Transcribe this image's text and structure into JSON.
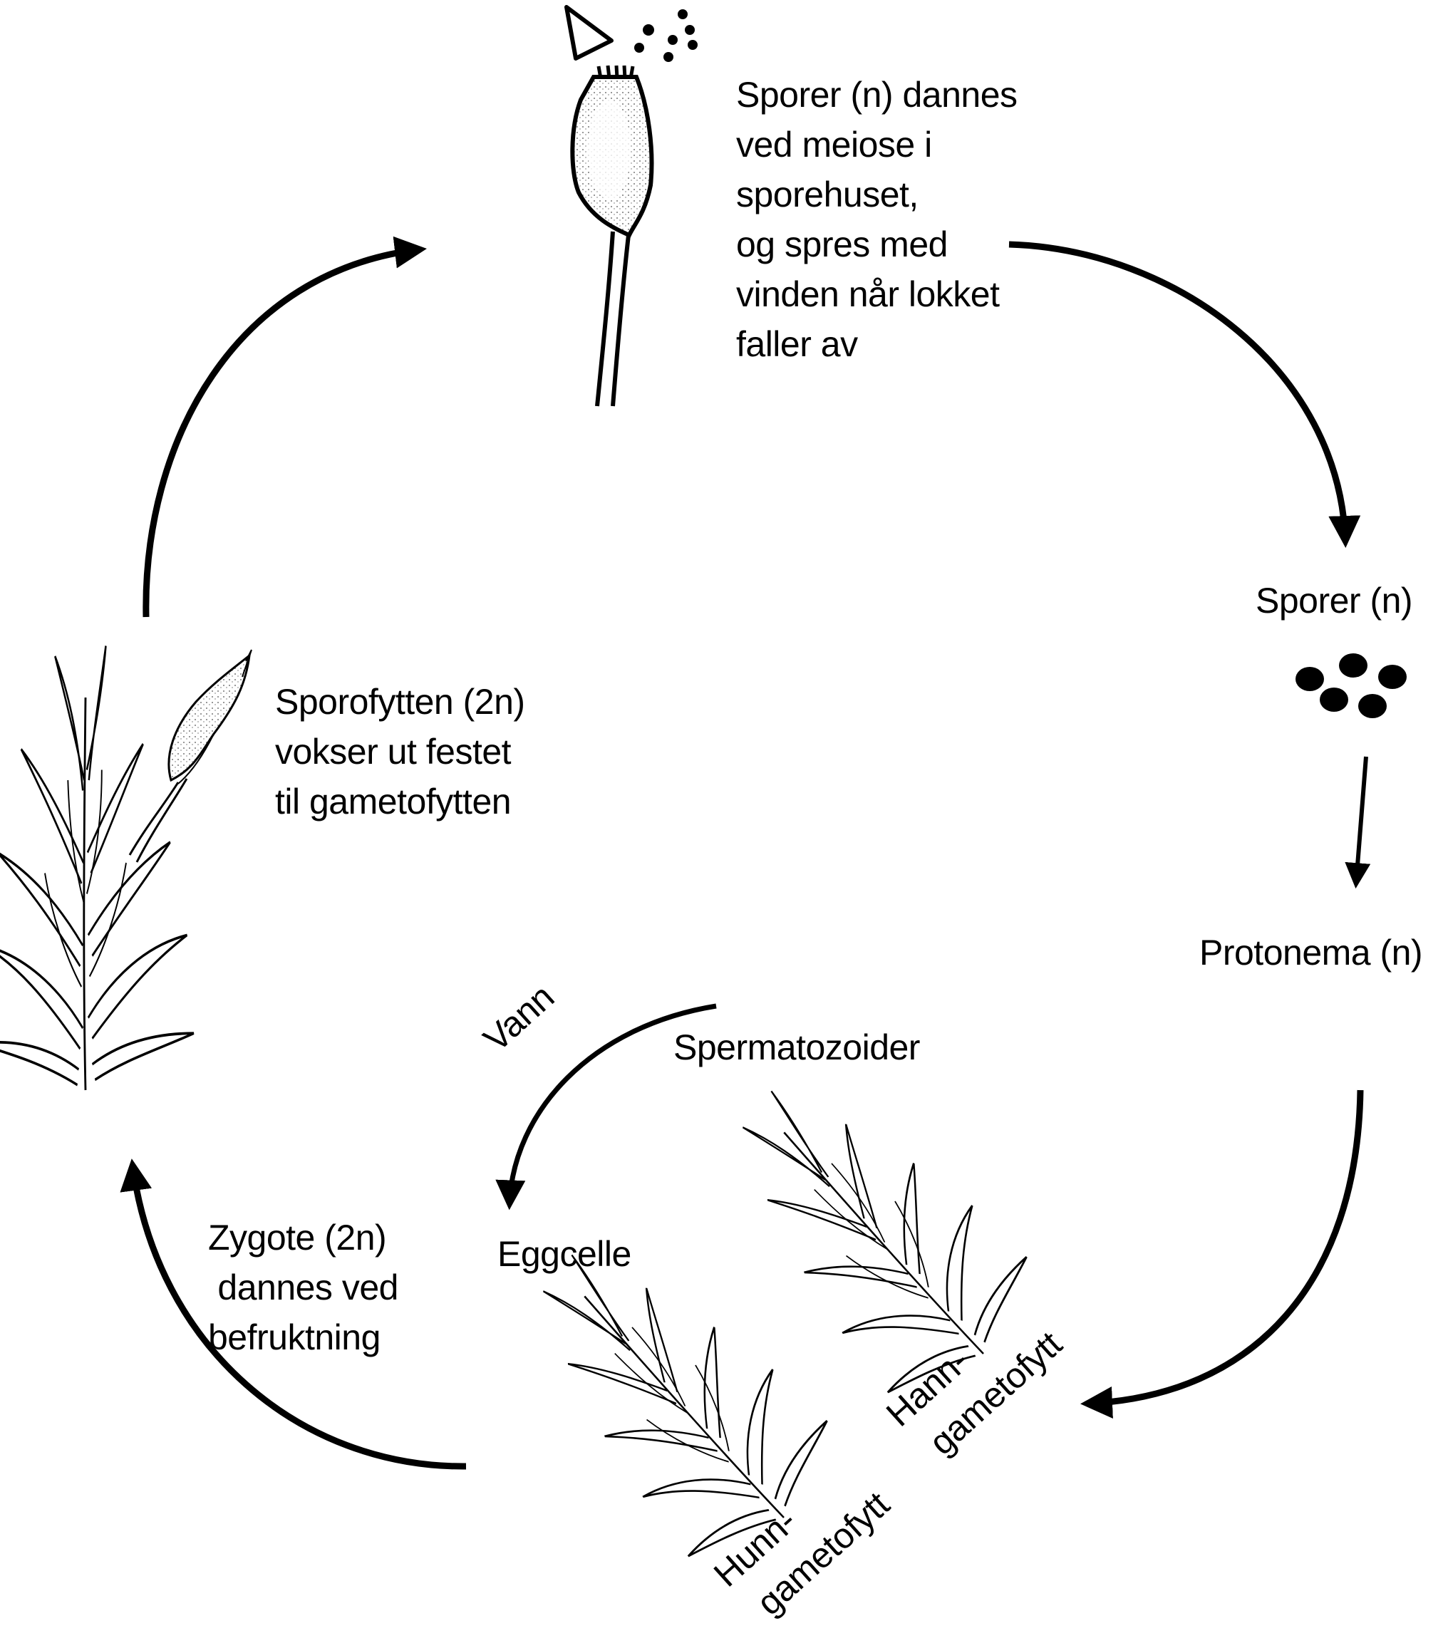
{
  "diagram": {
    "title": "Livssyklus hos mose",
    "colors": {
      "ink": "#000000",
      "background": "#ffffff",
      "shade": "#bdbdbd"
    },
    "stages": {
      "spore_release": {
        "lines": [
          "Sporer (n) dannes",
          "ved meiose i",
          "sporehuset,",
          "og spres med",
          "vinden når lokket",
          "faller av"
        ]
      },
      "spores": {
        "label": "Sporer (n)",
        "count": 5
      },
      "protonema": {
        "label": "Protonema (n)"
      },
      "sperm": {
        "label": "Spermatozoider"
      },
      "water": {
        "label": "Vann"
      },
      "egg": {
        "label": "Eggcelle"
      },
      "male_gametophyte": {
        "lines": [
          "Hann-",
          "gametofytt"
        ]
      },
      "female_gametophyte": {
        "lines": [
          "Hunn-",
          "gametofytt"
        ]
      },
      "zygote": {
        "lines": [
          "Zygote (2n)",
          " dannes ved",
          "befruktning"
        ]
      },
      "sporophyte": {
        "lines": [
          "Sporofytten (2n)",
          "vokser ut festet",
          "til gametofytten"
        ]
      }
    },
    "icons": {
      "capsule": "sporangium-icon",
      "lid": "operculum-icon",
      "spores": "spore-cluster-icon",
      "moss": "moss-gametophyte-icon",
      "sporophyte_plant": "moss-with-sporophyte-icon"
    }
  }
}
